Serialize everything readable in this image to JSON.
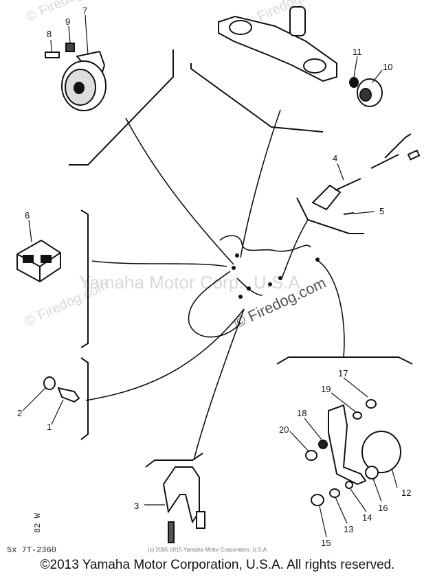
{
  "watermarks": {
    "firedog_top1": "© Firedog",
    "firedog_top2": "© Firedog.com",
    "yamaha": "Yamaha Motor Corp., U.S.A",
    "firedog_left": "© Firedog.com",
    "firedog_center": "© Firedog.com"
  },
  "parts": {
    "p1": "1",
    "p2": "2",
    "p3": "3",
    "p4": "4",
    "p5": "5",
    "p6": "6",
    "p7": "7",
    "p8": "8",
    "p9": "9",
    "p10": "10",
    "p11": "11",
    "p12": "12",
    "p13": "13",
    "p14": "14",
    "p15": "15",
    "p16": "16",
    "p17": "17",
    "p18": "18",
    "p19": "19",
    "p20": "20"
  },
  "drawing_code": "5x 7T-2360",
  "rotated_mark": "82 W",
  "fine_print": "(c) 2005-2015 Yamaha Motor Corporation, U.S.A",
  "copyright": "©2013 Yamaha Motor Corporation, U.S.A. All rights reserved."
}
